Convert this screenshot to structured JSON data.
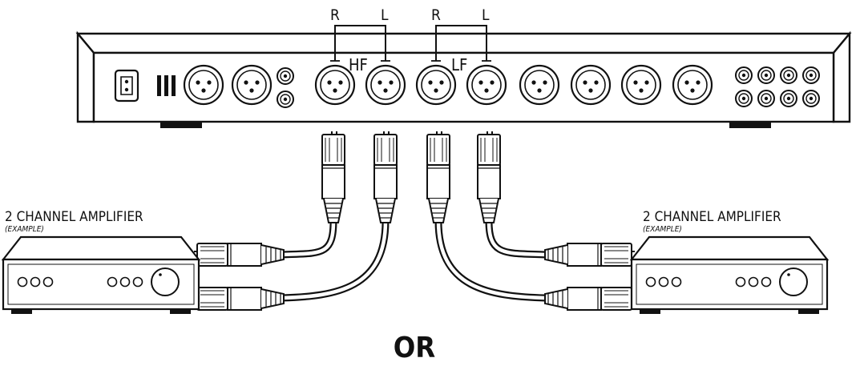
{
  "labels": {
    "hf_right": "R",
    "hf_left": "L",
    "lf_right": "R",
    "lf_left": "L",
    "hf_group": "HF",
    "lf_group": "LF"
  },
  "amplifiers": [
    {
      "title": "2 CHANNEL AMPLIFIER",
      "subtitle": "(EXAMPLE)"
    },
    {
      "title": "2 CHANNEL AMPLIFIER",
      "subtitle": "(EXAMPLE)"
    }
  ],
  "footer": {
    "or_text": "OR"
  }
}
